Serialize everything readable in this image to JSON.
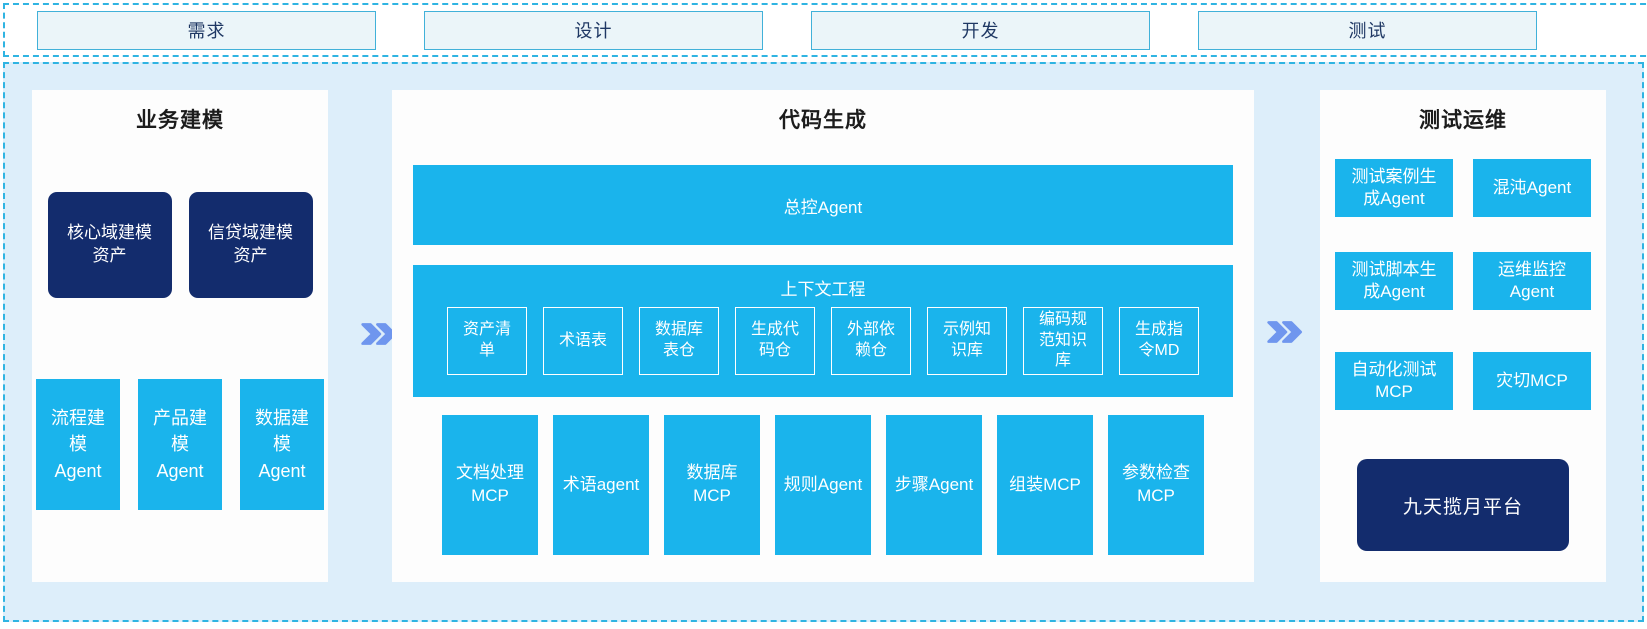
{
  "top_stages": [
    "需求",
    "设计",
    "开发",
    "测试"
  ],
  "business_modeling": {
    "title": "业务建模",
    "assets": [
      "核心域建模资产",
      "信贷域建模资产"
    ],
    "agents": [
      "流程建模Agent",
      "产品建模Agent",
      "数据建模Agent"
    ]
  },
  "code_generation": {
    "title": "代码生成",
    "master_agent": "总控Agent",
    "context_engineering": {
      "title": "上下文工程",
      "items": [
        "资产清单",
        "术语表",
        "数据库表仓",
        "生成代码仓",
        "外部依赖仓",
        "示例知识库",
        "编码规范知识库",
        "生成指令MD"
      ]
    },
    "tools": [
      "文档处理MCP",
      "术语agent",
      "数据库MCP",
      "规则Agent",
      "步骤Agent",
      "组装MCP",
      "参数检查MCP"
    ]
  },
  "test_ops": {
    "title": "测试运维",
    "boxes": [
      "测试案例生成Agent",
      "混沌Agent",
      "测试脚本生成Agent",
      "运维监控Agent",
      "自动化测试MCP",
      "灾切MCP"
    ],
    "platform": "九天揽月平台"
  },
  "icons": {
    "flow_arrow": "double-chevron-right"
  },
  "colors": {
    "cyan": "#1ab4ec",
    "navy": "#132c6d",
    "canvas_bg": "#ddeefa",
    "panel_bg": "#fdfdfd",
    "dashed_border": "#2fb4e2",
    "stage_bg": "#ebf5f9",
    "stage_border": "#41b1d9",
    "stage_text": "#1f3864",
    "chevron": "#6f96ee"
  }
}
